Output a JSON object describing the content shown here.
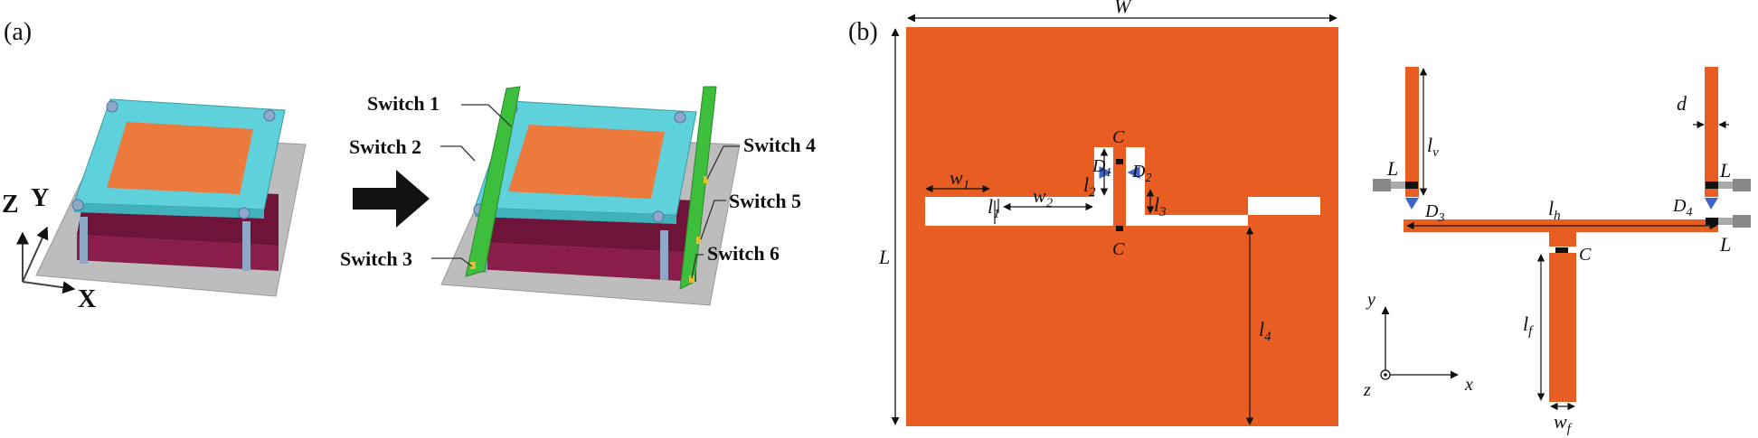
{
  "panels": {
    "a": {
      "label": "(a)"
    },
    "b": {
      "label": "(b)"
    }
  },
  "axes3d": {
    "x": "X",
    "y": "Y",
    "z": "Z"
  },
  "switches": [
    "Switch 1",
    "Switch 2",
    "Switch 3",
    "Switch 4",
    "Switch 5",
    "Switch 6"
  ],
  "patch": {
    "W": "W",
    "L": "L",
    "w1": "1",
    "w2": "2",
    "l1": "1",
    "l2": "2",
    "l3": "3",
    "l4": "4",
    "C": "C",
    "D1": "1",
    "D2": "2"
  },
  "bias": {
    "d": "d",
    "lv": "v",
    "lh": "h",
    "lf": "f",
    "wf": "f",
    "L": "L",
    "C": "C",
    "D3": "3",
    "D4": "4",
    "axis_x": "x",
    "axis_y": "y",
    "axis_z": "z"
  },
  "colors": {
    "copper": "#E85E22",
    "cyan": "#5ED1DB",
    "ground": "#BDBDBD",
    "maroon": "#8A1D4A",
    "green": "#3DBE3D",
    "diode": "#3E63C4"
  }
}
